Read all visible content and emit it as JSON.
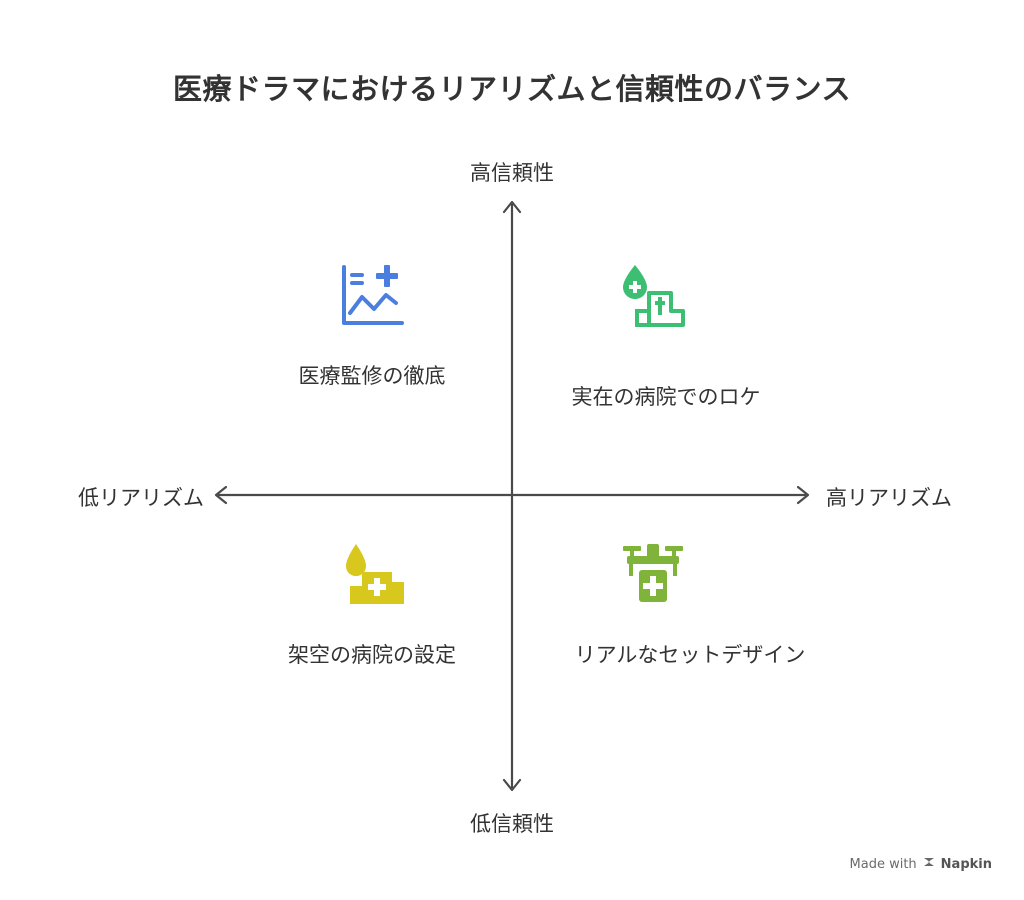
{
  "title": "医療ドラマにおけるリアリズムと信頼性のバランス",
  "axes": {
    "y_top": "高信頼性",
    "y_bottom": "低信頼性",
    "x_left": "低リアリズム",
    "x_right": "高リアリズム"
  },
  "quadrants": {
    "top_left": {
      "label": "医療監修の徹底",
      "icon": "medical-chart-icon",
      "color": "#4a7fe0"
    },
    "top_right": {
      "label": "実在の病院でのロケ",
      "icon": "hospital-drop-icon",
      "color": "#3cbf72"
    },
    "bottom_left": {
      "label": "架空の病院の設定",
      "icon": "hospital-drop-icon",
      "color": "#d8c71c"
    },
    "bottom_right": {
      "label": "リアルなセットデザイン",
      "icon": "drone-medical-icon",
      "color": "#7fb33a"
    }
  },
  "footer": {
    "made_with": "Made with",
    "brand": "Napkin"
  }
}
